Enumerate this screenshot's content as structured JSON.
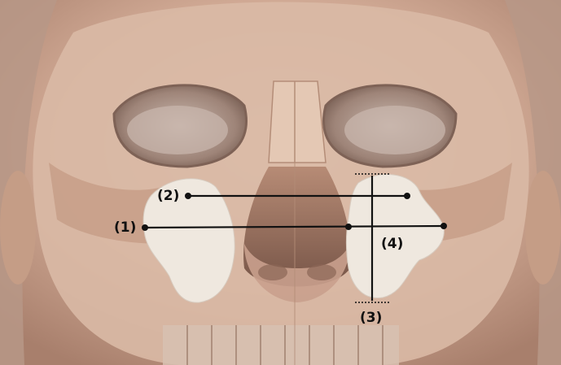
{
  "figure": {
    "labels": {
      "l1": "(1)",
      "l2": "(2)",
      "l3": "(3)",
      "l4": "(4)"
    }
  },
  "colors": {
    "skin_light": "#e2c7b3",
    "skin_mid": "#c9a08a",
    "skin_dark": "#9c7462",
    "overlay": "#efe8df",
    "line": "#111111"
  }
}
